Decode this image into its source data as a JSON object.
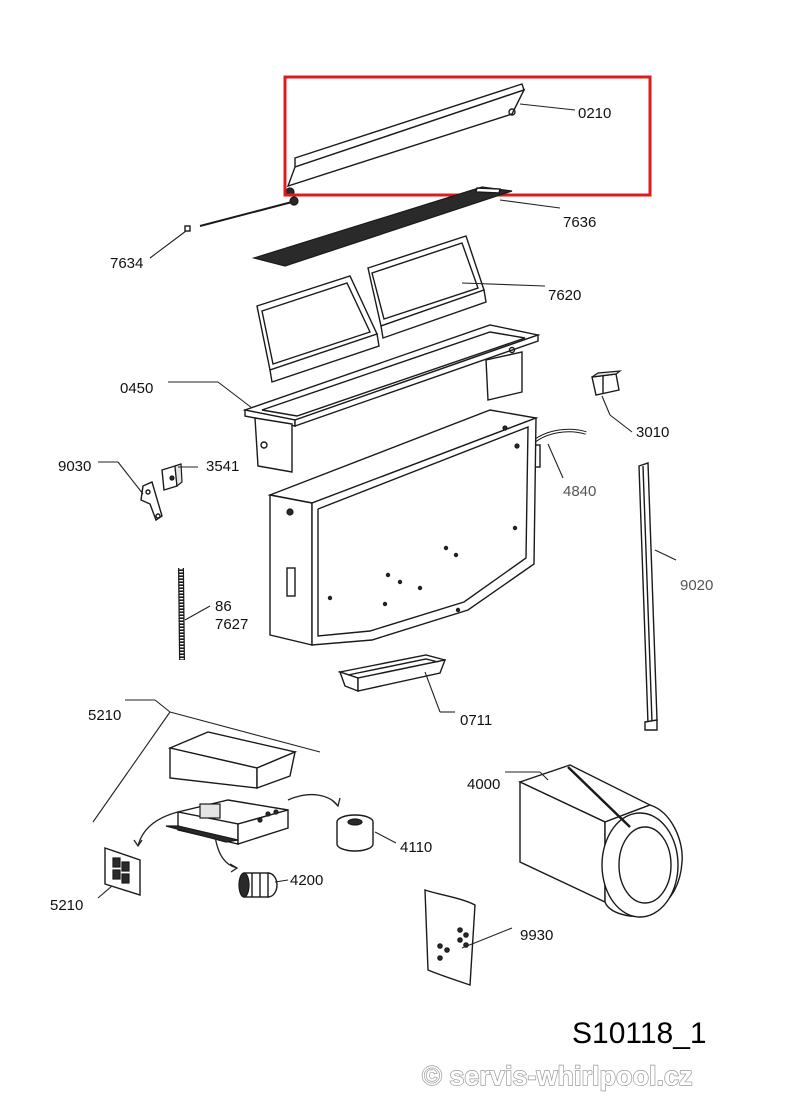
{
  "labels": {
    "l0210": "0210",
    "l7636": "7636",
    "l7634": "7634",
    "l7620": "7620",
    "l0450": "0450",
    "l3010": "3010",
    "l9030": "9030",
    "l3541": "3541",
    "l4840": "4840",
    "l9020": "9020",
    "l86": "86",
    "l7627": "7627",
    "l0711": "0711",
    "l5210a": "5210",
    "l4000": "4000",
    "l4110": "4110",
    "l4200": "4200",
    "l5210b": "5210",
    "l9930": "9930"
  },
  "drawing_code": "S10118_1",
  "copyright": "© servis-whirlpool.cz",
  "highlight_color": "#e01b1b"
}
